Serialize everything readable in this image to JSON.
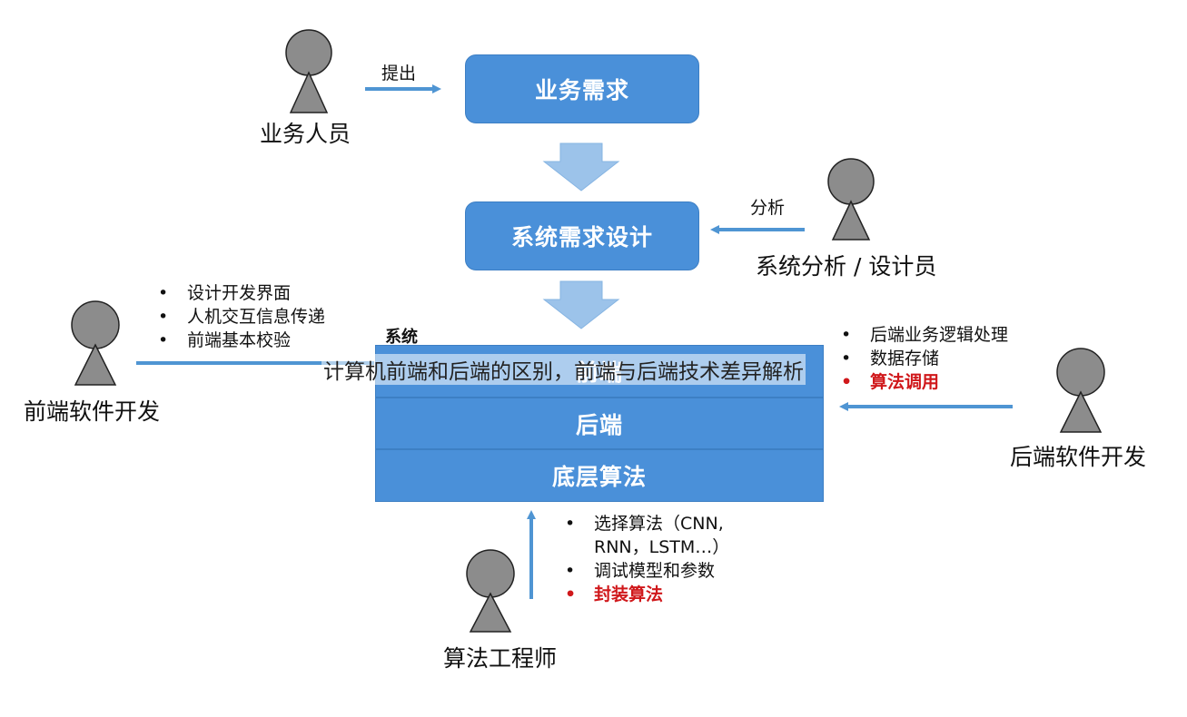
{
  "process": {
    "step1": "业务需求",
    "step2": "系统需求设计"
  },
  "system": {
    "label": "系统",
    "layers": [
      "前端",
      "后端",
      "底层算法"
    ]
  },
  "actors": {
    "business": "业务人员",
    "analyst": "系统分析 / 设计员",
    "frontend_dev": "前端软件开发",
    "backend_dev": "后端软件开发",
    "algo_eng": "算法工程师"
  },
  "edges": {
    "propose": "提出",
    "analyze": "分析"
  },
  "notes": {
    "frontend": [
      "设计开发界面",
      "人机交互信息传递",
      "前端基本校验"
    ],
    "backend": [
      "后端业务逻辑处理",
      "数据存储"
    ],
    "backend_red": "算法调用",
    "algo_line1": "选择算法（CNN,",
    "algo_line2": "RNN，LSTM…）",
    "algo_item2": "调试模型和参数",
    "algo_red": "封装算法"
  },
  "overlay_caption": "计算机前端和后端的区别，前端与后端技术差异解析",
  "colors": {
    "box_blue": "#4a90d9",
    "arrow_blue": "#4f95d3",
    "down_arrow": "#9cc3ea",
    "actor_gray": "#8c8c8c",
    "red": "#d0181b"
  }
}
